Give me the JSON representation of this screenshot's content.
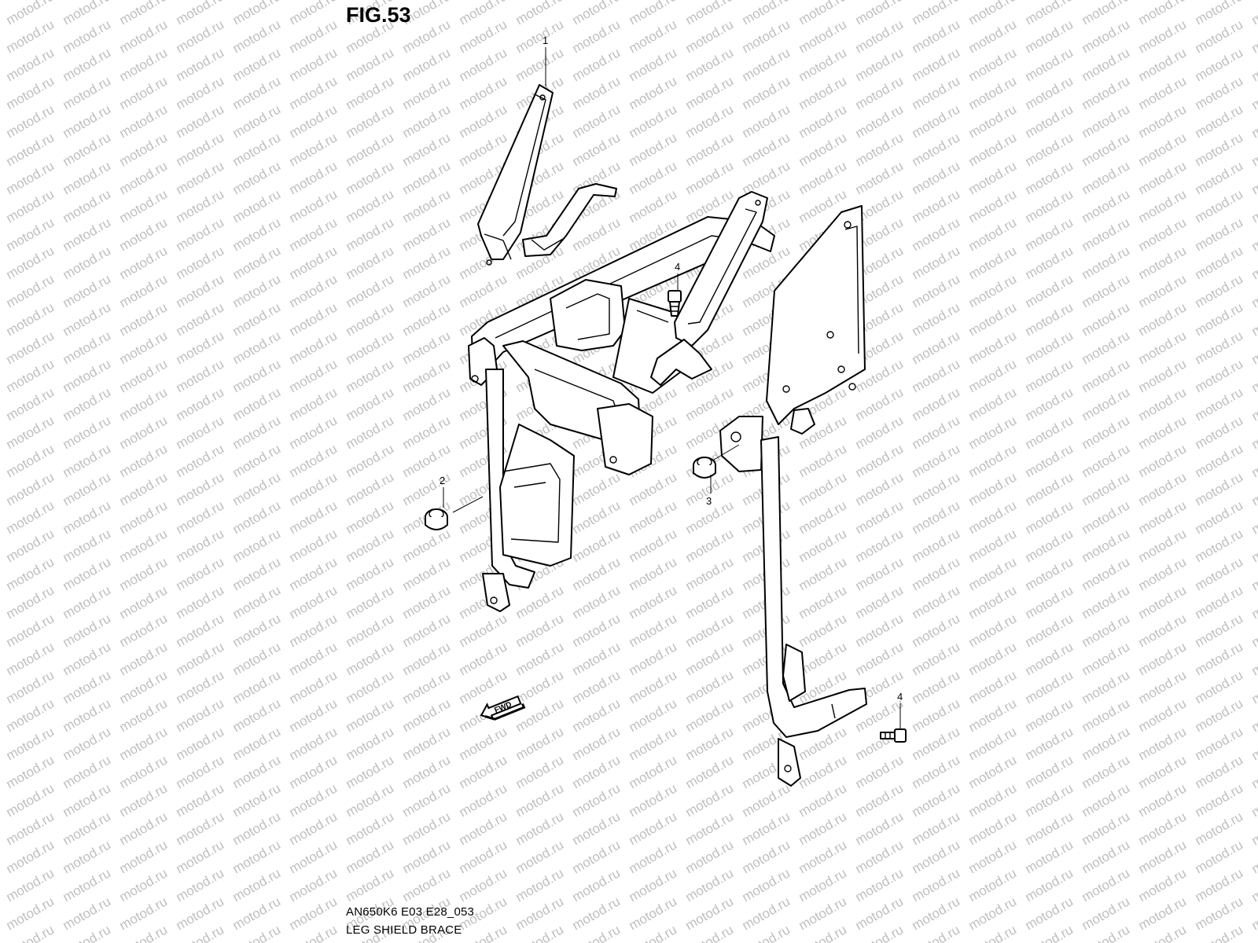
{
  "figure": {
    "title": "FIG.53",
    "code": "AN650K6 E03 E28_053",
    "name": "LEG SHIELD BRACE"
  },
  "watermark": {
    "text": "motod.ru",
    "color": "#bfbfbf"
  },
  "direction_marker": {
    "label": "FWD"
  },
  "callouts": [
    {
      "id": "part-1",
      "number": "1"
    },
    {
      "id": "part-2",
      "number": "2"
    },
    {
      "id": "part-3",
      "number": "3"
    },
    {
      "id": "part-4-upper",
      "number": "4"
    },
    {
      "id": "part-4-lower",
      "number": "4"
    }
  ]
}
